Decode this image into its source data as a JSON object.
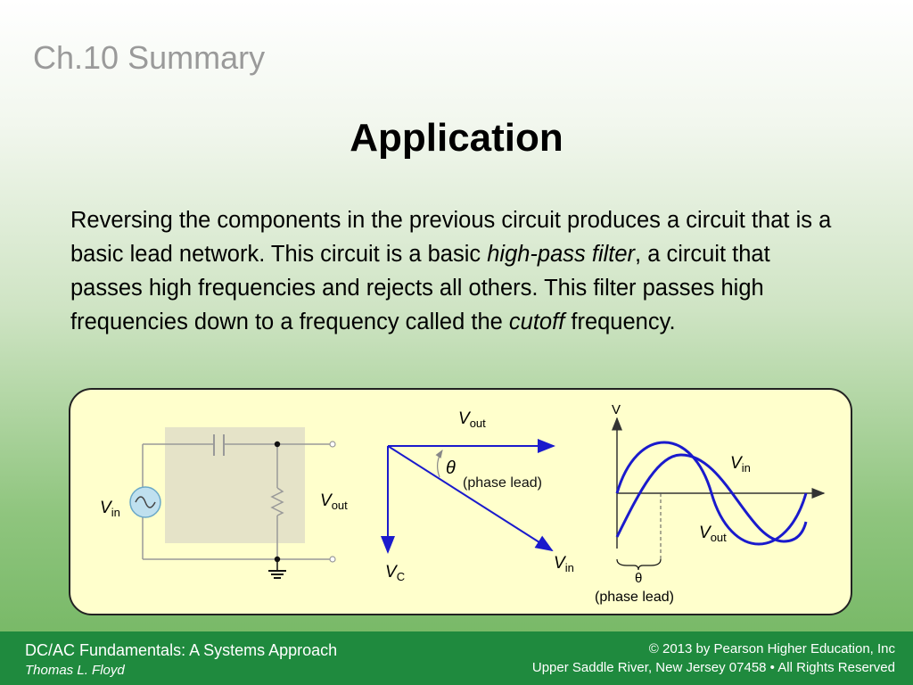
{
  "header": {
    "chapter": "Ch.10 Summary",
    "title": "Application"
  },
  "body": {
    "seg1": "Reversing the components in the previous circuit produces a circuit that is a basic lead network. This circuit is a basic ",
    "em1": "high-pass filter",
    "seg2": ", a circuit that passes high frequencies and rejects all others. This filter passes high frequencies down to a frequency called the ",
    "em2": "cutoff",
    "seg3": " frequency."
  },
  "figure": {
    "circuit": {
      "vin": "V",
      "vin_sub": "in",
      "vout": "V",
      "vout_sub": "out"
    },
    "phasor": {
      "vout": "V",
      "vout_sub": "out",
      "theta": "θ",
      "phase": "(phase lead)",
      "vc": "V",
      "vc_sub": "C",
      "vin": "V",
      "vin_sub": "in"
    },
    "waveform": {
      "axis_v": "V",
      "vin": "V",
      "vin_sub": "in",
      "vout": "V",
      "vout_sub": "out",
      "theta": "θ",
      "phase": "(phase lead)"
    },
    "colors": {
      "wave": "#1a1acc",
      "panel": "#ffffcc",
      "circuit_bg": "#e5e3c8"
    }
  },
  "footer": {
    "book": "DC/AC Fundamentals:  A Systems Approach",
    "author": "Thomas L. Floyd",
    "copyright": "© 2013 by Pearson Higher Education, Inc",
    "address": "Upper Saddle River, New Jersey 07458 • All Rights Reserved"
  }
}
